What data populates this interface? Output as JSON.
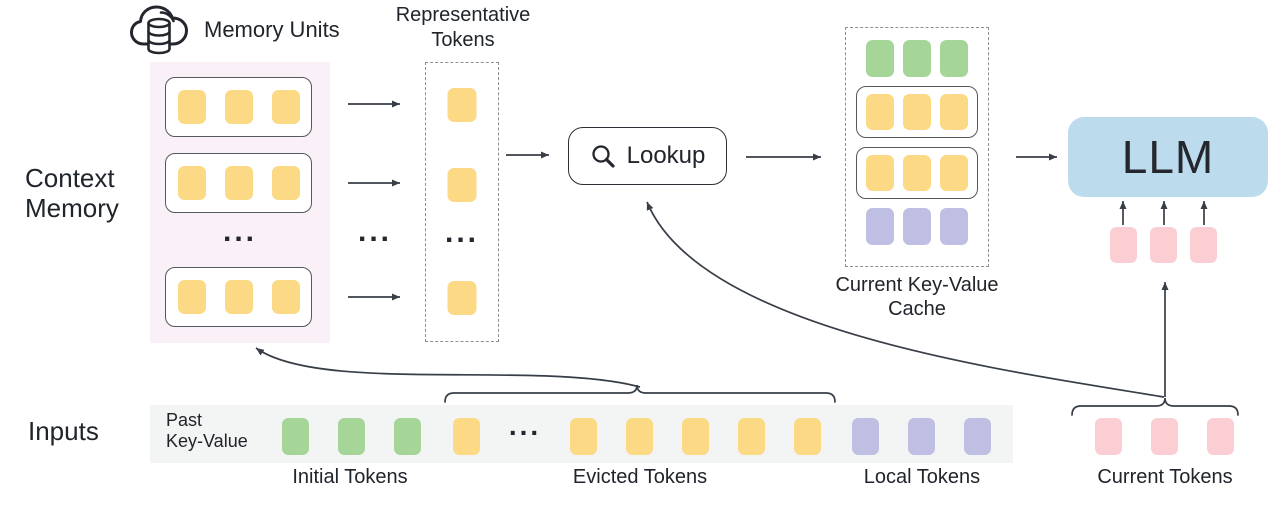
{
  "labels": {
    "context_memory": "Context\nMemory",
    "memory_units": "Memory Units",
    "representative_tokens": "Representative\nTokens",
    "lookup": "Lookup",
    "current_kv_cache": "Current Key-Value\nCache",
    "llm": "LLM",
    "inputs": "Inputs",
    "past_key_value": "Past\nKey-Value",
    "initial_tokens": "Initial Tokens",
    "evicted_tokens": "Evicted Tokens",
    "local_tokens": "Local Tokens",
    "current_tokens": "Current Tokens",
    "ellipsis": "..."
  },
  "colors": {
    "yellow": "#fbd985",
    "green": "#a6d697",
    "purple": "#bfbee3",
    "pink": "#fbced3",
    "blue": "#bcdcee",
    "memory_panel_bg": "#faf0f8",
    "input_bar_bg": "#f3f4f4",
    "arrow": "#383e47"
  },
  "token_groups": {
    "memory_row": {
      "count": 3,
      "color": "yellow"
    },
    "rep": {
      "count": 1,
      "color": "yellow"
    },
    "cache_green": {
      "count": 3,
      "color": "green"
    },
    "cache_yellow": {
      "count": 3,
      "color": "yellow"
    },
    "cache_purple": {
      "count": 3,
      "color": "purple"
    },
    "llm_inputs": {
      "count": 3,
      "color": "pink"
    },
    "initial": {
      "count": 3,
      "color": "green"
    },
    "evicted_head": {
      "count": 1,
      "color": "yellow"
    },
    "evicted_tail": {
      "count": 5,
      "color": "yellow"
    },
    "local": {
      "count": 3,
      "color": "purple"
    },
    "current": {
      "count": 3,
      "color": "pink"
    }
  }
}
